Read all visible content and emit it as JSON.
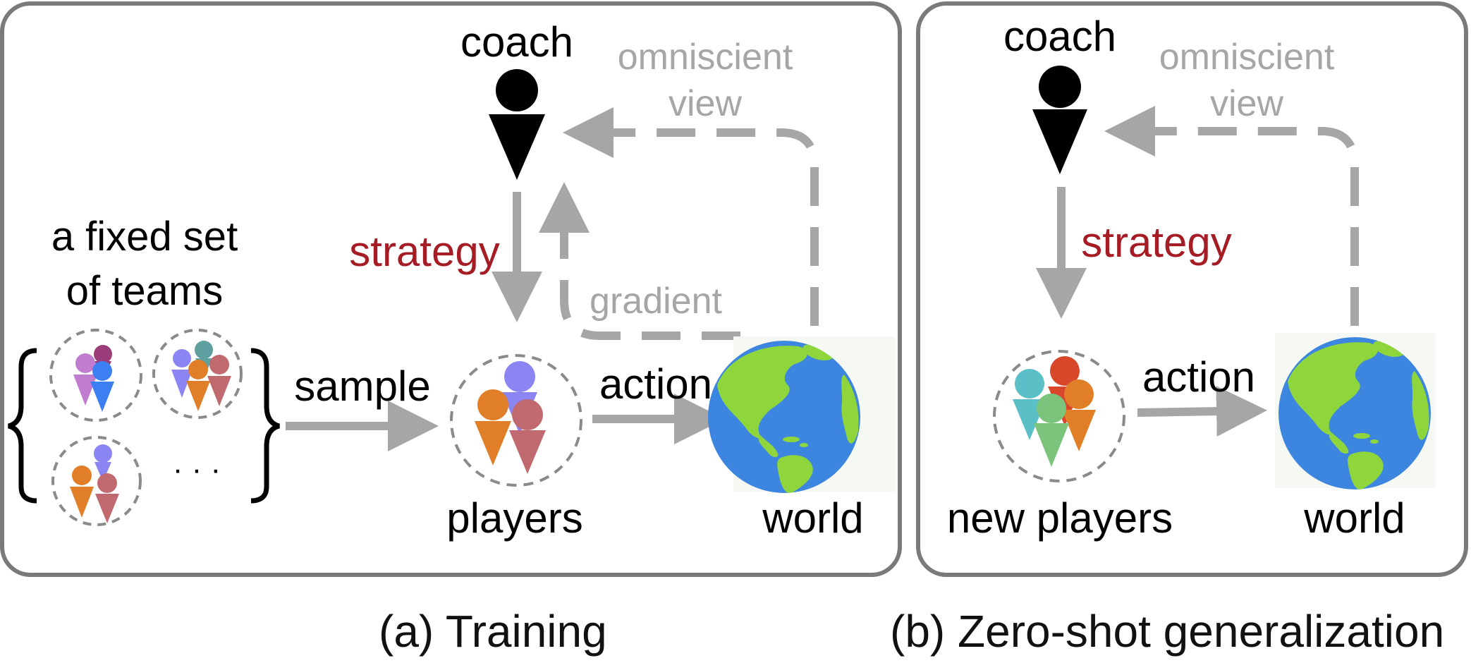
{
  "training": {
    "caption": "(a) Training",
    "coach": "coach",
    "omniscient_line1": "omniscient",
    "omniscient_line2": "view",
    "strategy": "strategy",
    "gradient": "gradient",
    "team_set_line1": "a fixed set",
    "team_set_line2": "of teams",
    "ellipsis": "· · ·",
    "sample": "sample",
    "action": "action",
    "players": "players",
    "world": "world"
  },
  "zeroshot": {
    "caption": "(b) Zero-shot generalization",
    "coach": "coach",
    "omniscient_line1": "omniscient",
    "omniscient_line2": "view",
    "strategy": "strategy",
    "action": "action",
    "players": "new players",
    "world": "world"
  },
  "colors": {
    "frame": "#7a7a7a",
    "arrow": "#a6a6a6",
    "strategy": "#a61c24",
    "muted_text": "#a6a6a6",
    "ocean": "#3d86e0",
    "land": "#8fd63c"
  }
}
